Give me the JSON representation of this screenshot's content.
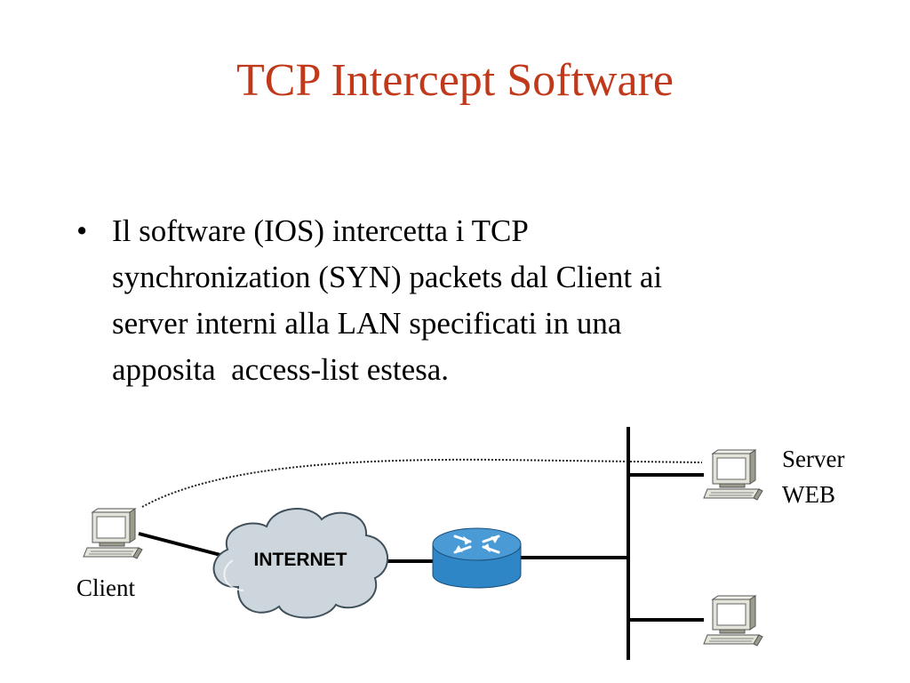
{
  "slide": {
    "title": "TCP Intercept Software",
    "bullets": [
      {
        "dot": "•",
        "lines": [
          "Il software (IOS) intercetta i TCP",
          "synchronization (SYN) packets dal Client ai",
          "server interni alla LAN specificati in una",
          "apposita  access-list estesa."
        ]
      }
    ]
  },
  "diagram": {
    "client_label": "Client",
    "cloud_label": "INTERNET",
    "server_label_line1": "Server",
    "server_label_line2": "WEB",
    "colors": {
      "title": "#c0391b",
      "cloud_fill": "#cdd6dc",
      "router_top": "#4a9ad6",
      "router_body": "#2f86c6",
      "computer_body": "#e4e4da",
      "computer_shade": "#9c9c8c"
    },
    "icons": [
      "computer-icon",
      "cloud-icon",
      "router-icon"
    ]
  }
}
